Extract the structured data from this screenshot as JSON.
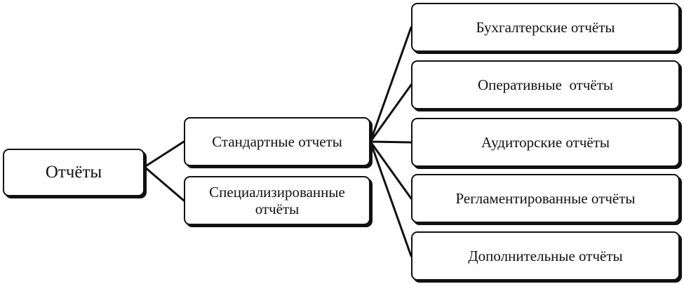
{
  "diagram": {
    "root": {
      "label": "Отчёты"
    },
    "middle": [
      {
        "label": "Стандартные отчеты"
      },
      {
        "label": "Специализированные отчёты"
      }
    ],
    "leaves": [
      {
        "label": "Бухгалтерские отчёты"
      },
      {
        "label": "Оперативные  отчёты"
      },
      {
        "label": "Аудиторские отчёты"
      },
      {
        "label": "Регламентированные отчёты"
      },
      {
        "label": "Дополнительные отчёты"
      }
    ]
  },
  "colors": {
    "line": "#111111",
    "box_fill": "#ffffff"
  }
}
